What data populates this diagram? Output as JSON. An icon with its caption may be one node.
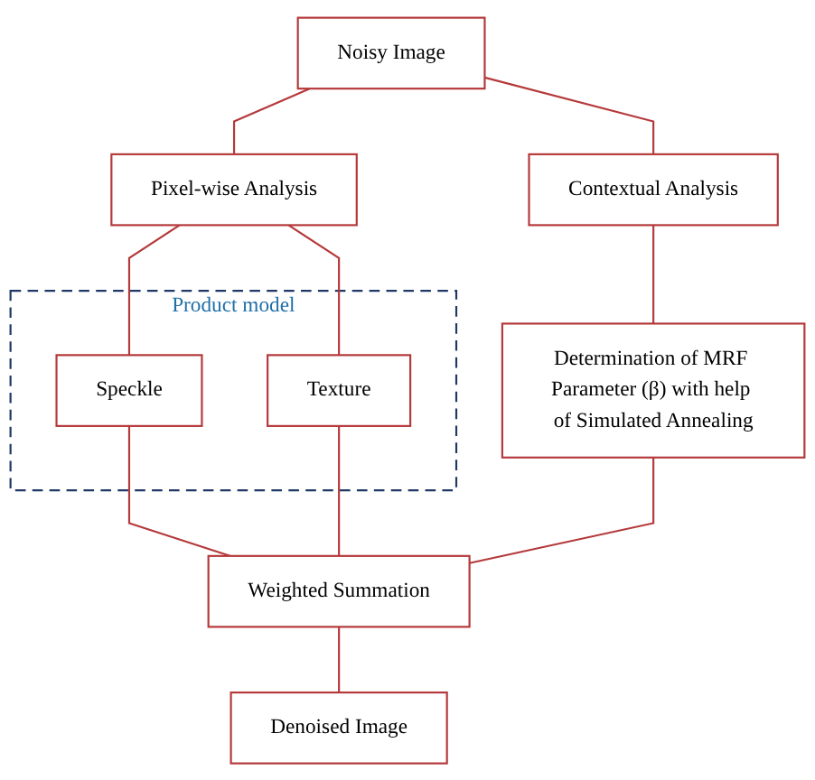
{
  "diagram": {
    "nodes": [
      {
        "text": [
          "Noisy Image"
        ]
      },
      {
        "text": [
          "Pixel-wise Analysis"
        ]
      },
      {
        "text": [
          "Contextual Analysis"
        ]
      },
      {
        "text": [
          "Product model"
        ]
      },
      {
        "text": [
          "Speckle"
        ],
        "in": 3
      },
      {
        "text": [
          "Texture"
        ],
        "in": 3
      },
      {
        "text": [
          "Determination of MRF Parameter (β) with help of Simulated Annealing"
        ]
      },
      {
        "text": [
          "Weighted Summation"
        ]
      },
      {
        "text": [
          "Denoised Image"
        ]
      }
    ],
    "edges": [
      {
        "from": 0,
        "to": 1,
        "arrow": "none"
      },
      {
        "from": 0,
        "to": 2,
        "arrow": "none"
      },
      {
        "from": 1,
        "to": 4,
        "arrow": "none"
      },
      {
        "from": 1,
        "to": 5,
        "arrow": "none"
      },
      {
        "from": 4,
        "to": 7,
        "arrow": "none"
      },
      {
        "from": 5,
        "to": 7,
        "arrow": "none"
      },
      {
        "from": 2,
        "to": 6,
        "arrow": "none"
      },
      {
        "from": 6,
        "to": 7,
        "arrow": "none"
      },
      {
        "from": 7,
        "to": 8,
        "arrow": "none"
      }
    ]
  }
}
